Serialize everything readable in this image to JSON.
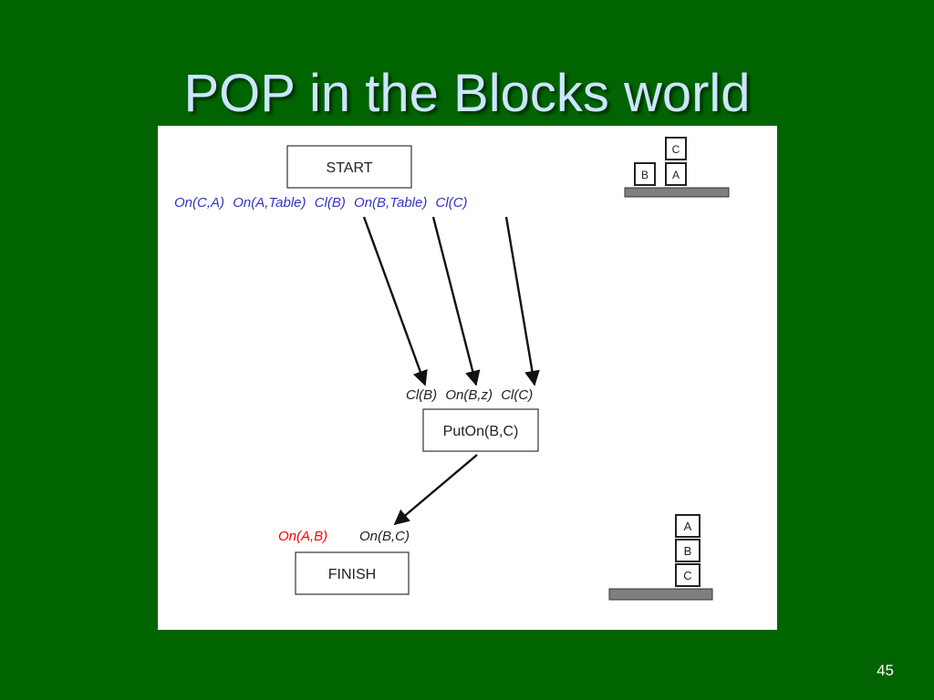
{
  "slide": {
    "title": "POP in the Blocks world",
    "page_number": "45"
  },
  "diagram": {
    "start_label": "START",
    "start_effects": [
      "On(C,A)",
      "On(A,Table)",
      "Cl(B)",
      "On(B,Table)",
      "Cl(C)"
    ],
    "action_label": "PutOn(B,C)",
    "action_preconditions": [
      "Cl(B)",
      "On(B,z)",
      "Cl(C)"
    ],
    "finish_label": "FINISH",
    "finish_goals": [
      "On(A,B)",
      "On(B,C)"
    ],
    "initial_state": {
      "left_stack": [
        "B"
      ],
      "right_stack": [
        "A",
        "C"
      ]
    },
    "goal_state": {
      "stack": [
        "C",
        "B",
        "A"
      ]
    },
    "colors": {
      "background": "#006400",
      "title": "#cce6ff",
      "effect_text": "#3333cc",
      "open_goal": "#ff0000",
      "satisfied_goal": "#222222",
      "table": "#7f7f7f"
    }
  }
}
